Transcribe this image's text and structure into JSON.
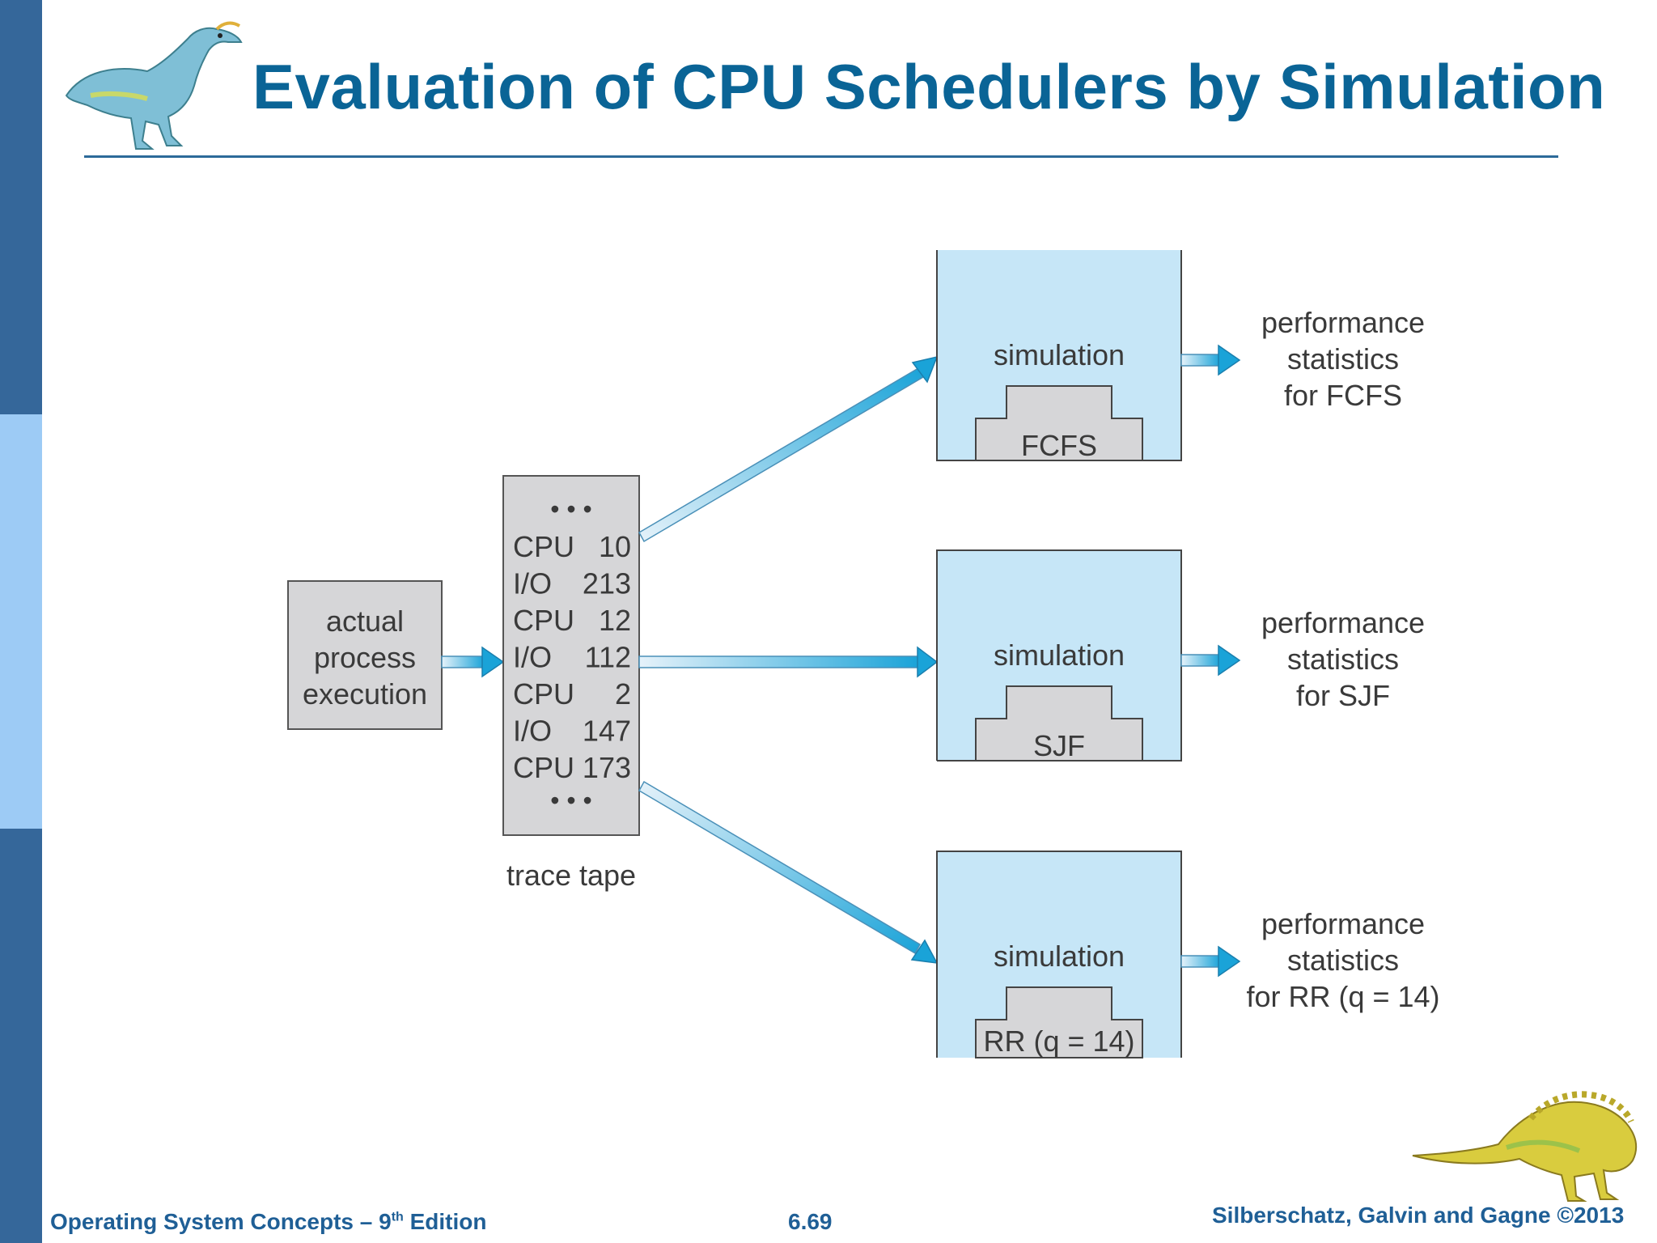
{
  "slide": {
    "title": "Evaluation of CPU Schedulers by Simulation",
    "footer_left_prefix": "Operating System Concepts – 9",
    "footer_left_sup": "th",
    "footer_left_suffix": " Edition",
    "footer_center": "6.69",
    "footer_right": "Silberschatz, Galvin and Gagne ©2013"
  },
  "diagram": {
    "source": {
      "line1": "actual",
      "line2": "process",
      "line3": "execution"
    },
    "trace": {
      "dots_top": "• • •",
      "dots_bottom": "• • •",
      "entries": [
        {
          "op": "CPU",
          "value": "10"
        },
        {
          "op": "I/O",
          "value": "213"
        },
        {
          "op": "CPU",
          "value": "12"
        },
        {
          "op": "I/O",
          "value": "112"
        },
        {
          "op": "CPU",
          "value": "2"
        },
        {
          "op": "I/O",
          "value": "147"
        },
        {
          "op": "CPU",
          "value": "173"
        }
      ],
      "caption": "trace tape"
    },
    "simulations": [
      {
        "label": "simulation",
        "algorithm": "FCFS",
        "stats": [
          "performance",
          "statistics",
          "for FCFS"
        ]
      },
      {
        "label": "simulation",
        "algorithm": "SJF",
        "stats": [
          "performance",
          "statistics",
          "for SJF"
        ]
      },
      {
        "label": "simulation",
        "algorithm": "RR (q = 14)",
        "stats": [
          "performance",
          "statistics",
          "for RR (q = 14)"
        ]
      }
    ]
  },
  "colors": {
    "sidebar_dark": "#35679a",
    "sidebar_light": "#9dcbf5",
    "title": "#0a6496",
    "sim_fill": "#c6e6f7",
    "gray_box": "#d6d6d8",
    "arrow": "#1aa3d8"
  },
  "icons": {
    "top_left": "dinosaur-icon",
    "bottom_right": "dinosaur-icon"
  }
}
